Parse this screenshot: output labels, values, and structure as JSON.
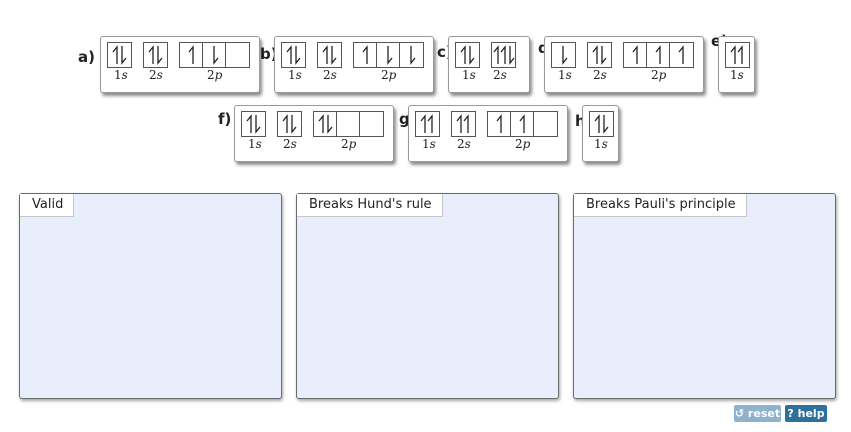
{
  "cards": [
    {
      "label": "a)",
      "orbitals": [
        [
          "ud"
        ],
        [
          "ud"
        ],
        [
          "u",
          "d",
          ""
        ]
      ]
    },
    {
      "label": "b)",
      "orbitals": [
        [
          "ud"
        ],
        [
          "ud"
        ],
        [
          "u",
          "d",
          "d"
        ]
      ]
    },
    {
      "label": "c)",
      "orbitals": [
        [
          "ud"
        ],
        [
          "uud"
        ]
      ]
    },
    {
      "label": "d)",
      "orbitals": [
        [
          "d"
        ],
        [
          "ud"
        ],
        [
          "u",
          "u",
          "u"
        ]
      ]
    },
    {
      "label": "e)",
      "orbitals": [
        [
          "uu"
        ]
      ]
    },
    {
      "label": "f)",
      "orbitals": [
        [
          "ud"
        ],
        [
          "ud"
        ],
        [
          "ud",
          "",
          ""
        ]
      ]
    },
    {
      "label": "g)",
      "orbitals": [
        [
          "uu"
        ],
        [
          "uu"
        ],
        [
          "u",
          "u",
          ""
        ]
      ]
    },
    {
      "label": "h)",
      "orbitals": [
        [
          "ud"
        ]
      ]
    }
  ],
  "sublevels": {
    "s1": "1",
    "s2": "2",
    "p2": "2",
    "s_letter": "s",
    "p_letter": "p"
  },
  "bins": [
    {
      "title": "Valid"
    },
    {
      "title": "Breaks Hund's rule"
    },
    {
      "title": "Breaks Pauli's principle"
    }
  ],
  "buttons": {
    "reset": "↺ reset",
    "help": "? help"
  },
  "icons": {
    "up": "up-arrow-icon",
    "down": "down-arrow-icon"
  }
}
